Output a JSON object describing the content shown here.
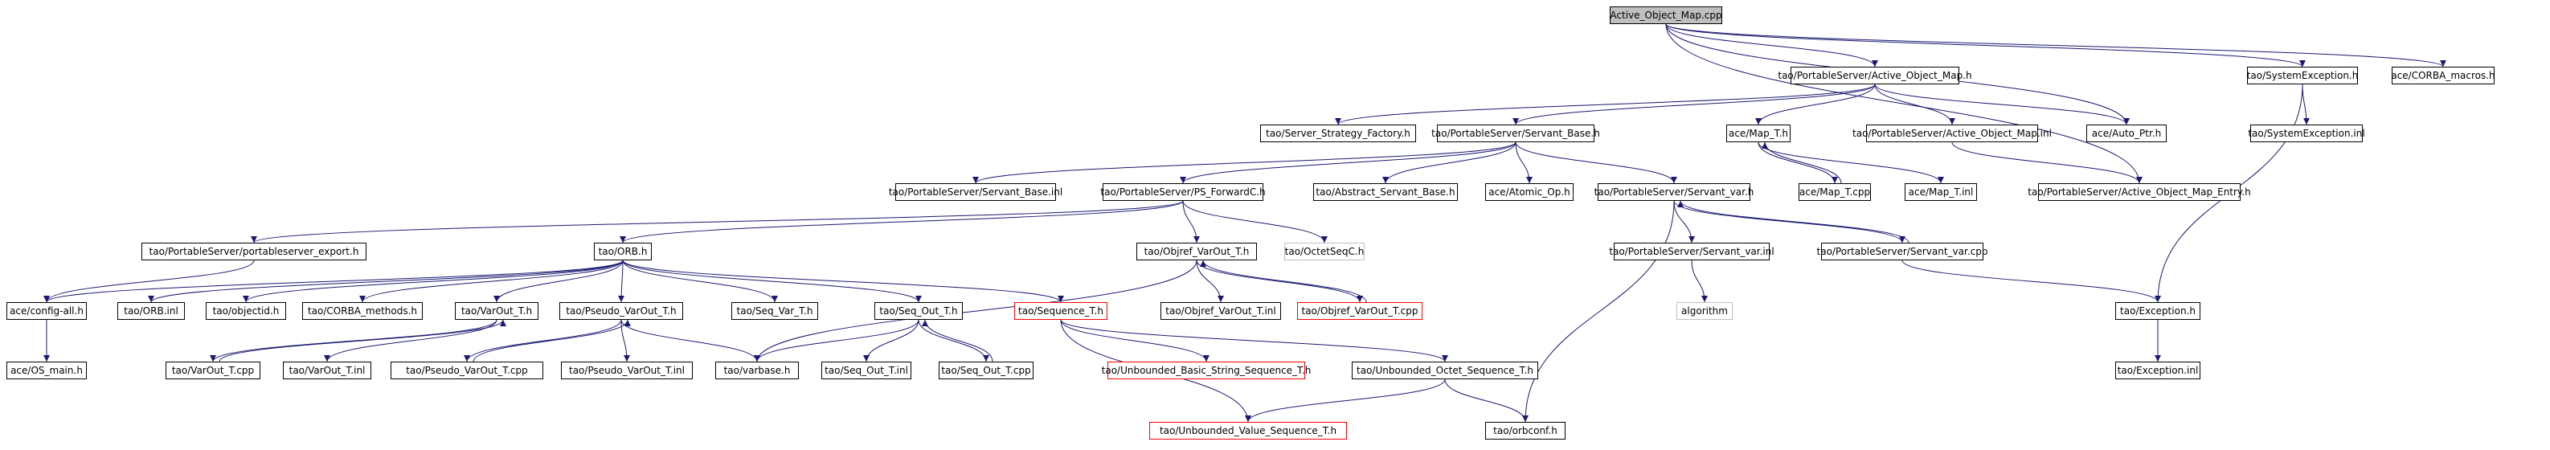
{
  "title": "Active_Object_Map.cpp",
  "colors": {
    "edge": "#191970",
    "root_fill": "#bfbfbf",
    "truncated_border": "#ff0000",
    "external_border": "#bfbfbf"
  },
  "nodes": {
    "root": "Active_Object_Map.cpp",
    "aom_h": "tao/PortableServer/Active_Object_Map.h",
    "sysexc_h": "tao/SystemException.h",
    "corba_macros": "ace/CORBA_macros.h",
    "ssf": "tao/Server_Strategy_Factory.h",
    "sb_h": "tao/PortableServer/Servant_Base.h",
    "map_t_h": "ace/Map_T.h",
    "aom_inl": "tao/PortableServer/Active_Object_Map.inl",
    "auto_ptr": "ace/Auto_Ptr.h",
    "sysexc_inl": "tao/SystemException.inl",
    "sb_inl": "tao/PortableServer/Servant_Base.inl",
    "ps_fwd": "tao/PortableServer/PS_ForwardC.h",
    "abs_sb": "tao/Abstract_Servant_Base.h",
    "atomic": "ace/Atomic_Op.h",
    "sv_h": "tao/PortableServer/Servant_var.h",
    "map_t_cpp": "ace/Map_T.cpp",
    "map_t_inl": "ace/Map_T.inl",
    "aom_entry": "tao/PortableServer/Active_Object_Map_Entry.h",
    "pse": "tao/PortableServer/portableserver_export.h",
    "orb_h": "tao/ORB.h",
    "objref_h": "tao/Objref_VarOut_T.h",
    "octseq": "tao/OctetSeqC.h",
    "sv_inl": "tao/PortableServer/Servant_var.inl",
    "sv_cpp": "tao/PortableServer/Servant_var.cpp",
    "config_all": "ace/config-all.h",
    "orb_inl": "tao/ORB.inl",
    "objectid": "tao/objectid.h",
    "corba_methods": "tao/CORBA_methods.h",
    "varout_h": "tao/VarOut_T.h",
    "pvo_h": "tao/Pseudo_VarOut_T.h",
    "seqvar": "tao/Seq_Var_T.h",
    "seqout_h": "tao/Seq_Out_T.h",
    "sequence_t": "tao/Sequence_T.h",
    "objref_inl": "tao/Objref_VarOut_T.inl",
    "objref_cpp": "tao/Objref_VarOut_T.cpp",
    "algorithm": "algorithm",
    "exception_h": "tao/Exception.h",
    "os_main": "ace/OS_main.h",
    "varout_cpp": "tao/VarOut_T.cpp",
    "varout_inl": "tao/VarOut_T.inl",
    "pvo_cpp": "tao/Pseudo_VarOut_T.cpp",
    "pvo_inl": "tao/Pseudo_VarOut_T.inl",
    "varbase": "tao/varbase.h",
    "seqout_inl": "tao/Seq_Out_T.inl",
    "seqout_cpp": "tao/Seq_Out_T.cpp",
    "ubss": "tao/Unbounded_Basic_String_Sequence_T.h",
    "uos": "tao/Unbounded_Octet_Sequence_T.h",
    "exception_inl": "tao/Exception.inl",
    "uvs": "tao/Unbounded_Value_Sequence_T.h",
    "orbconf": "tao/orbconf.h"
  }
}
